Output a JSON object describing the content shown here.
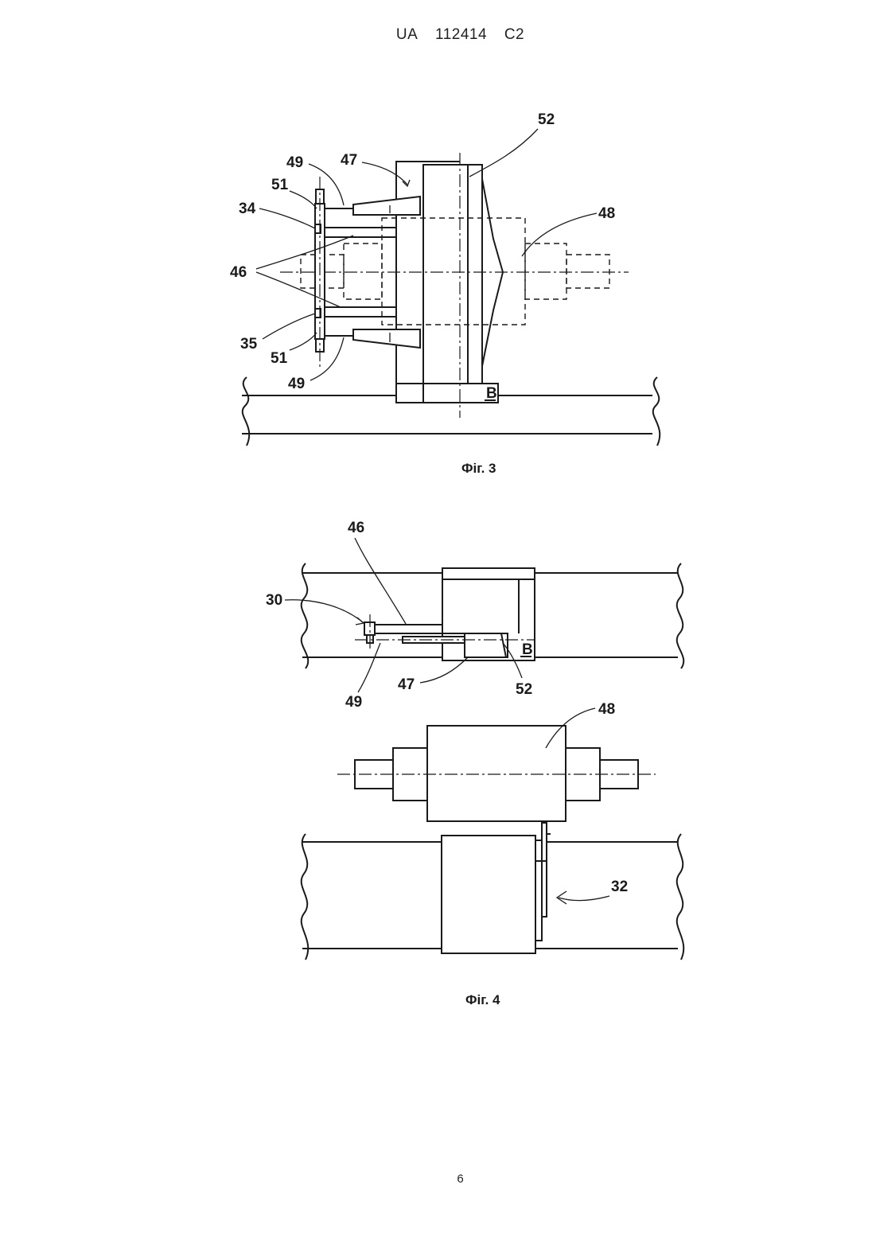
{
  "header": {
    "country": "UA",
    "number": "112414",
    "kind": "C2"
  },
  "page_number": "6",
  "figures": [
    {
      "caption": "Фіг. 3",
      "labels": {
        "l52": "52",
        "l47": "47",
        "l49a": "49",
        "l51a": "51",
        "l34": "34",
        "l48": "48",
        "l46": "46",
        "l35": "35",
        "l51b": "51",
        "l49b": "49",
        "lB": "B"
      }
    },
    {
      "caption": "Фіг. 4",
      "labels": {
        "l46": "46",
        "l30": "30",
        "l49": "49",
        "l47": "47",
        "l52": "52",
        "lB": "B",
        "l48": "48",
        "l32": "32"
      }
    }
  ]
}
